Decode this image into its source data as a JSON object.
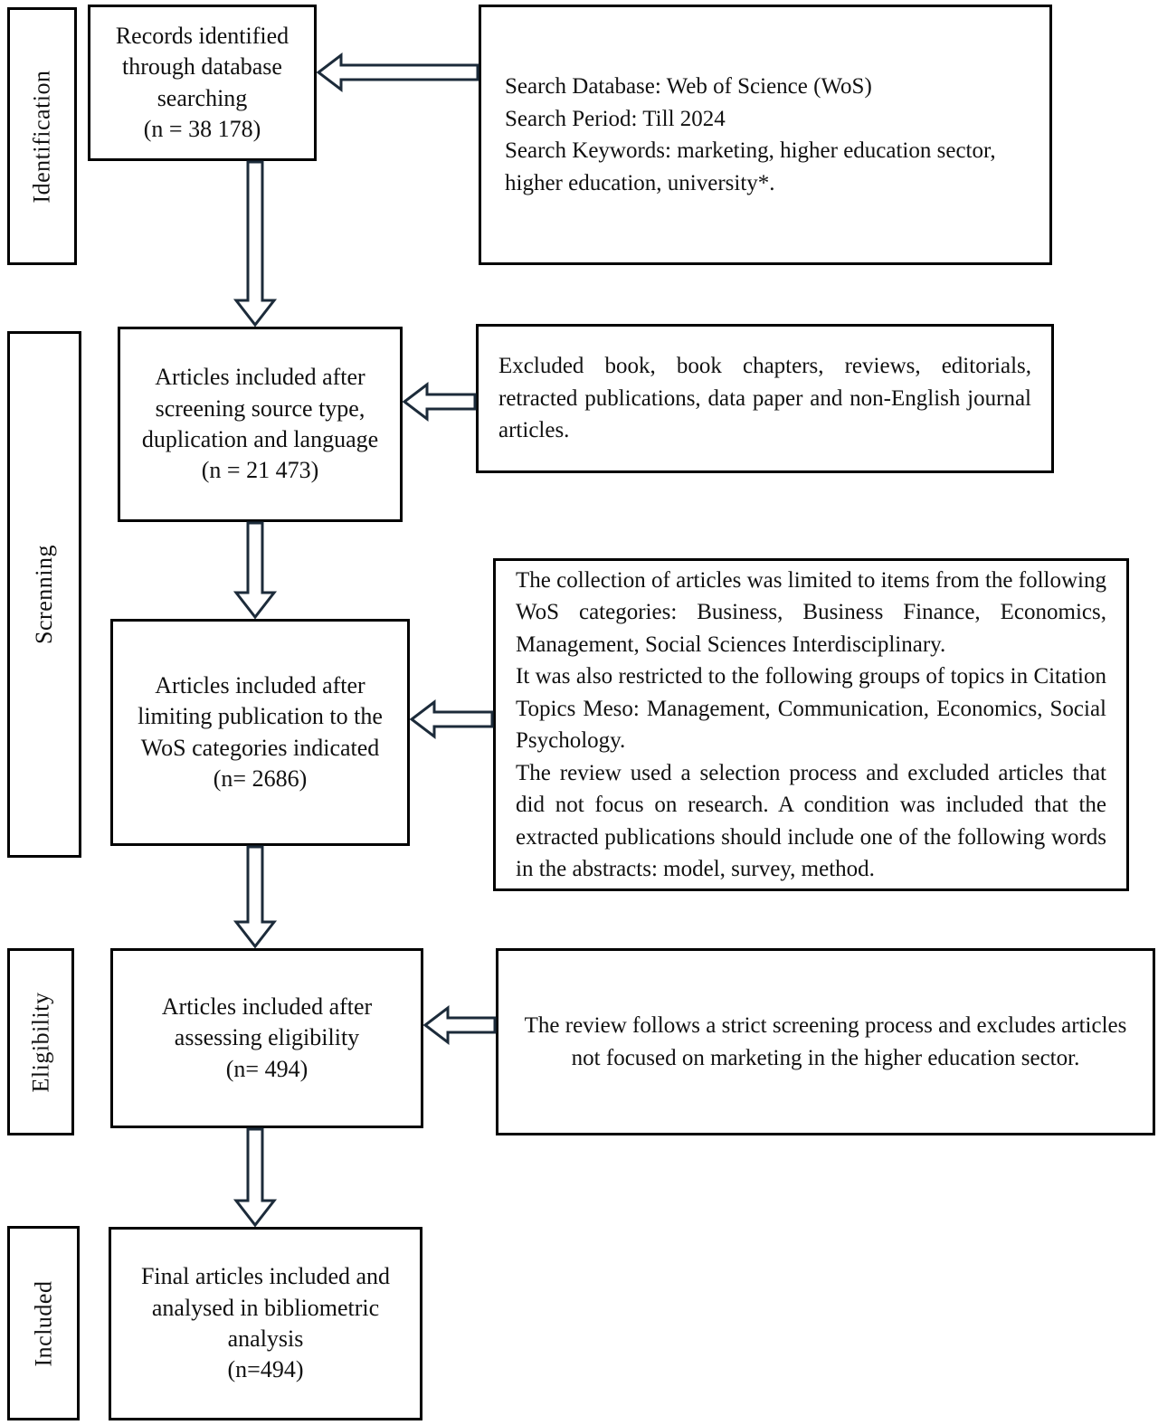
{
  "colors": {
    "box_border": "#000000",
    "arrow": "#1c2b3a",
    "text": "#111111",
    "background": "#ffffff"
  },
  "stages": [
    {
      "label": "Identification"
    },
    {
      "label": "Screnning"
    },
    {
      "label": "Eligibility"
    },
    {
      "label": "Included"
    }
  ],
  "flow": [
    {
      "text": "Records identified\nthrough database\nsearching\n(n = 38 178)"
    },
    {
      "text": "Articles included after\nscreening source type,\nduplication and language\n(n = 21 473)"
    },
    {
      "text": "Articles included after\nlimiting publication to the\nWoS categories indicated\n(n= 2686)"
    },
    {
      "text": "Articles included after\nassessing eligibility\n(n= 494)"
    },
    {
      "text": "Final articles included and\nanalysed in bibliometric\nanalysis\n(n=494)"
    }
  ],
  "notes": [
    {
      "text": "Search Database: Web of Science (WoS)\nSearch Period: Till 2024\nSearch Keywords: marketing, higher education sector, higher education, university*."
    },
    {
      "text": "Excluded book, book chapters, reviews, editorials, retracted publications, data paper and non-English journal articles."
    },
    {
      "text": "The collection of articles was limited to items from the following WoS categories: Business, Business Finance, Economics, Management, Social Sciences Interdisciplinary.\nIt was also restricted to the following groups of topics in Citation Topics Meso: Management, Communication, Economics, Social Psychology.\nThe review used a selection process and excluded articles that did not focus on research. A condition was included that the extracted publications should include one of the following words in the abstracts: model, survey, method."
    },
    {
      "text": "The review follows a strict screening process and excludes articles not focused on marketing in the higher education sector."
    }
  ]
}
